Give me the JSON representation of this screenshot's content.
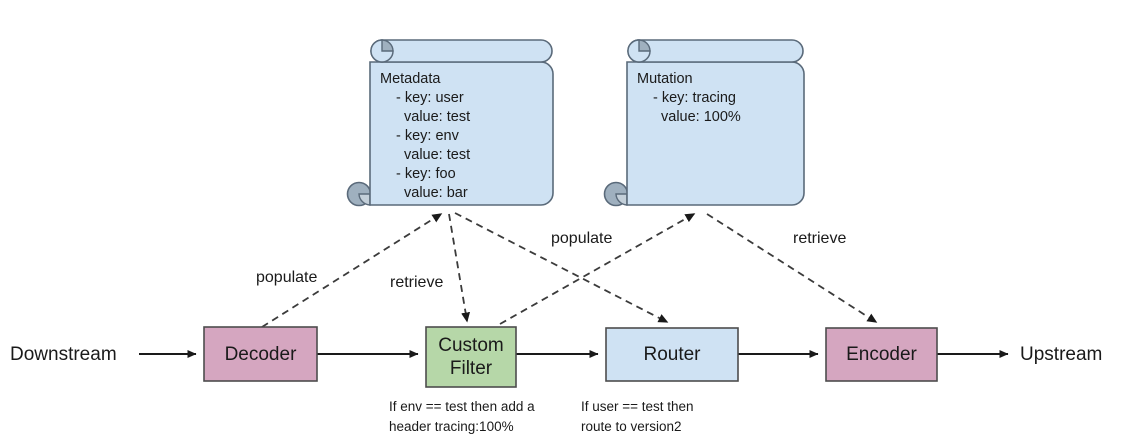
{
  "diagram": {
    "title": "Envoy filter chain metadata and mutation flow",
    "background": "#ffffff",
    "colors": {
      "pink": "#d5a6c0",
      "green": "#b6d7a8",
      "blue": "#cfe2f3",
      "scroll_fill": "#cfe2f3",
      "scroll_curl": "#9fb0bf",
      "stroke": "#4d4d4d",
      "dashed_stroke": "#3b3b3b",
      "text": "#1a1a1a"
    }
  },
  "endpoints": {
    "downstream": "Downstream",
    "upstream": "Upstream"
  },
  "nodes": [
    {
      "id": "decoder",
      "label": "Decoder",
      "color": "#d5a6c0"
    },
    {
      "id": "custom_filter",
      "label_line1": "Custom",
      "label_line2": "Filter",
      "color": "#b6d7a8"
    },
    {
      "id": "router",
      "label": "Router",
      "color": "#cfe2f3"
    },
    {
      "id": "encoder",
      "label": "Encoder",
      "color": "#d5a6c0"
    }
  ],
  "notes": [
    {
      "id": "custom_filter_note",
      "line1": "If env == test then add a",
      "line2": "header tracing:100%"
    },
    {
      "id": "router_note",
      "line1": "If user == test then",
      "line2": "route to version2"
    }
  ],
  "documents": [
    {
      "id": "metadata",
      "title": "Metadata",
      "entries": [
        {
          "key": "- key: user",
          "value": "value: test"
        },
        {
          "key": "- key: env",
          "value": "value: test"
        },
        {
          "key": "- key: foo",
          "value": "value: bar"
        }
      ]
    },
    {
      "id": "mutation",
      "title": "Mutation",
      "entries": [
        {
          "key": "- key: tracing",
          "value": "value: 100%"
        }
      ]
    }
  ],
  "edges": {
    "solid": [
      {
        "from": "downstream",
        "to": "decoder"
      },
      {
        "from": "decoder",
        "to": "custom_filter"
      },
      {
        "from": "custom_filter",
        "to": "router"
      },
      {
        "from": "router",
        "to": "encoder"
      },
      {
        "from": "encoder",
        "to": "upstream"
      }
    ],
    "dashed": [
      {
        "from": "decoder",
        "to": "metadata",
        "label": "populate"
      },
      {
        "from": "metadata",
        "to": "custom_filter",
        "label": "retrieve"
      },
      {
        "from": "metadata",
        "to": "router",
        "label": ""
      },
      {
        "from": "custom_filter",
        "to": "mutation",
        "label": "populate"
      },
      {
        "from": "mutation",
        "to": "encoder",
        "label": "retrieve"
      }
    ]
  },
  "edge_labels": {
    "populate_left": "populate",
    "retrieve_left": "retrieve",
    "populate_right": "populate",
    "retrieve_right": "retrieve"
  }
}
